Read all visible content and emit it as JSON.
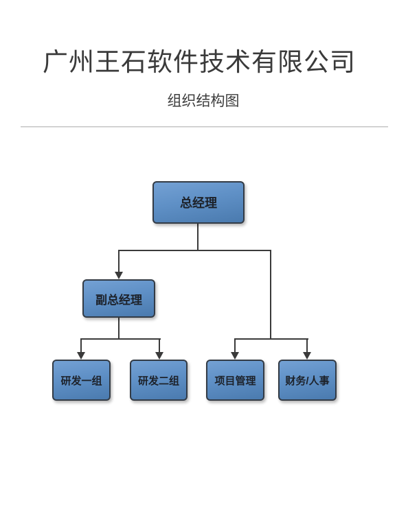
{
  "document": {
    "title": "广州王石软件技术有限公司",
    "subtitle": "组织结构图"
  },
  "org_chart": {
    "nodes": {
      "general_manager": {
        "label": "总经理"
      },
      "deputy_general_manager": {
        "label": "副总经理"
      },
      "rd_group_1": {
        "label": "研发一组"
      },
      "rd_group_2": {
        "label": "研发二组"
      },
      "project_management": {
        "label": "项目管理"
      },
      "finance_hr": {
        "label": "财务/人事"
      }
    },
    "edges": [
      {
        "from": "general_manager",
        "to": "deputy_general_manager"
      },
      {
        "from": "general_manager",
        "to": "project_management"
      },
      {
        "from": "general_manager",
        "to": "finance_hr"
      },
      {
        "from": "deputy_general_manager",
        "to": "rd_group_1"
      },
      {
        "from": "deputy_general_manager",
        "to": "rd_group_2"
      }
    ],
    "colors": {
      "node_fill_top": "#74a1d4",
      "node_fill_bottom": "#4a7aae",
      "node_border": "#333b45",
      "node_text": "#1d222a",
      "connector": "#3a3a3a",
      "divider": "#c2c2c2",
      "page_background": "#ffffff",
      "title_text": "#3a3a3a"
    }
  }
}
